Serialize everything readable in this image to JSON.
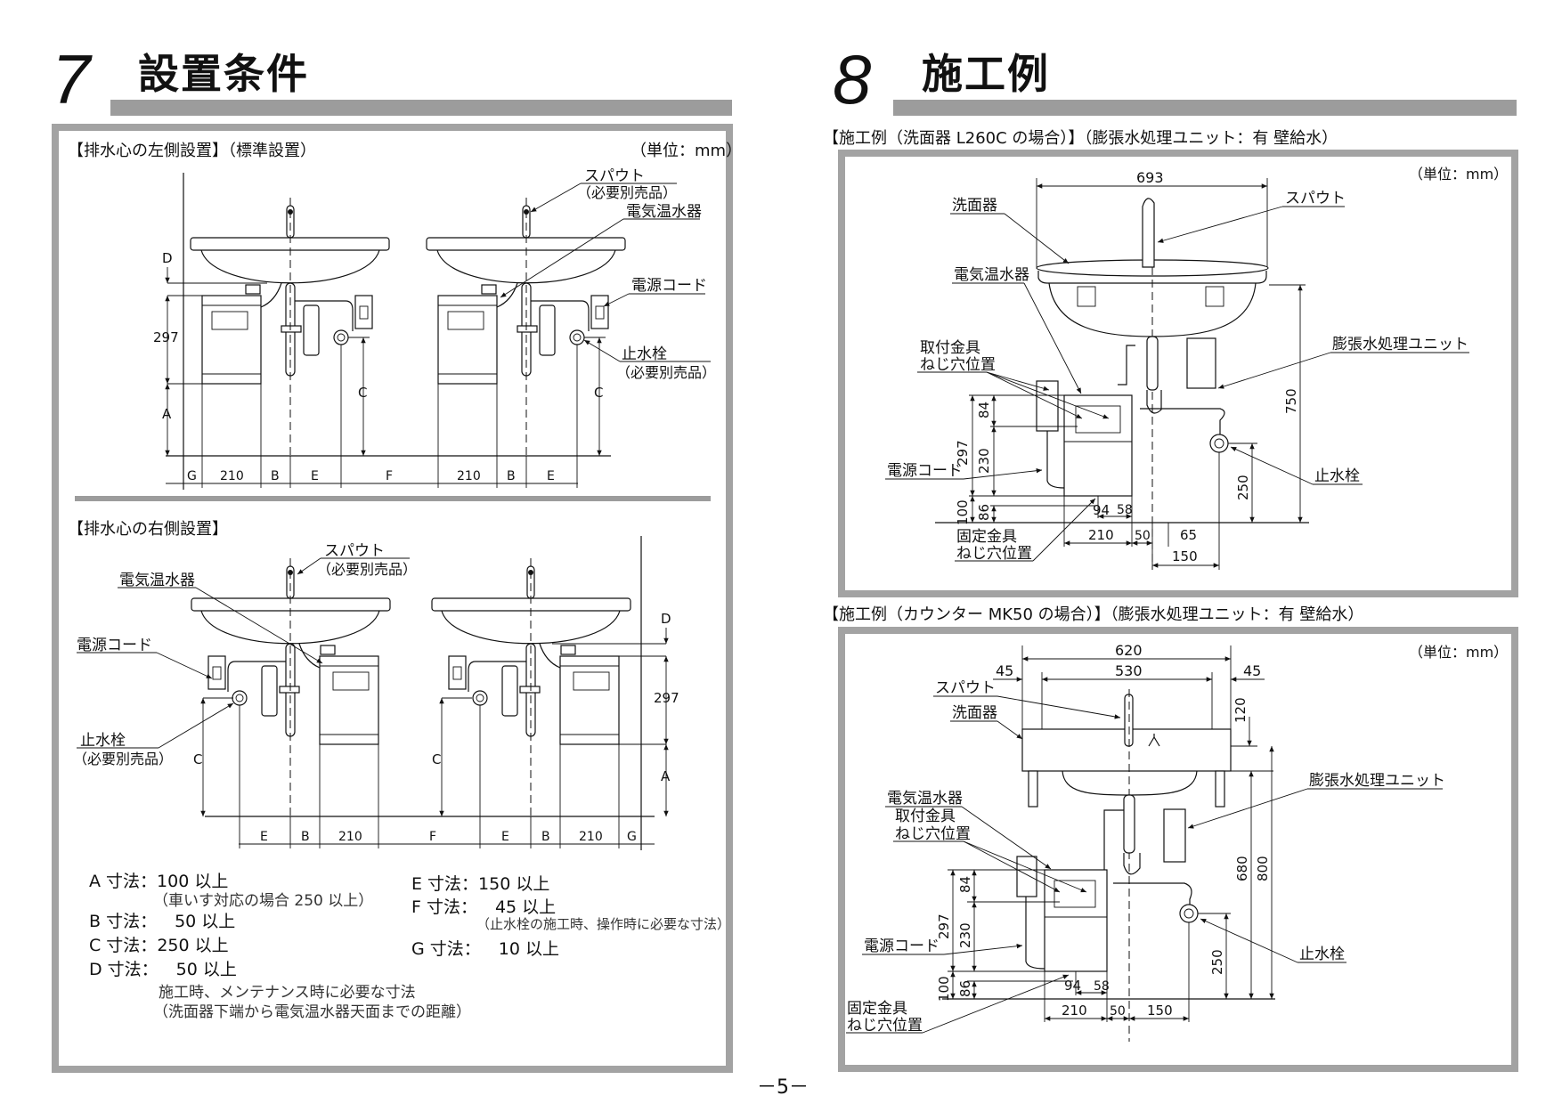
{
  "section7": {
    "number": "7",
    "title": "設置条件",
    "left_install": {
      "caption": "【排水心の左側設置】（標準設置）",
      "unit": "（単位：mm）",
      "labels": {
        "spout": "スパウト",
        "sold_separately": "（必要別売品）",
        "heater": "電気温水器",
        "cord": "電源コード",
        "valve": "止水栓"
      },
      "dims": {
        "D": "D",
        "h297": "297",
        "A": "A",
        "C": "C",
        "G": "G",
        "w210": "210",
        "B": "B",
        "E": "E",
        "F": "F"
      }
    },
    "right_install": {
      "caption": "【排水心の右側設置】",
      "labels": {
        "spout": "スパウト",
        "sold_separately": "（必要別売品）",
        "heater": "電気温水器",
        "cord": "電源コード",
        "valve": "止水栓"
      },
      "dims": {
        "D": "D",
        "h297": "297",
        "A": "A",
        "C": "C",
        "G": "G",
        "w210": "210",
        "B": "B",
        "E": "E",
        "F": "F"
      }
    },
    "notes": {
      "A": {
        "label": "A 寸法：",
        "value": "100 以上",
        "sub": "（車いす対応の場合 250 以上）"
      },
      "B": {
        "label": "B 寸法：",
        "value": "50 以上"
      },
      "C": {
        "label": "C 寸法：",
        "value": "250 以上"
      },
      "D": {
        "label": "D 寸法：",
        "value": "50 以上",
        "sub1": "施工時、メンテナンス時に必要な寸法",
        "sub2": "（洗面器下端から電気温水器天面までの距離）"
      },
      "E": {
        "label": "E 寸法：",
        "value": "150 以上"
      },
      "F": {
        "label": "F 寸法：",
        "value": "45 以上",
        "sub": "（止水栓の施工時、操作時に必要な寸法）"
      },
      "G": {
        "label": "G 寸法：",
        "value": "10 以上"
      }
    }
  },
  "section8": {
    "number": "8",
    "title": "施工例",
    "example1": {
      "caption": "【施工例（洗面器 L260C の場合）】（膨張水処理ユニット：有 壁給水）",
      "unit": "（単位：mm）",
      "labels": {
        "basin": "洗面器",
        "spout": "スパウト",
        "heater": "電気温水器",
        "mount1": "取付金具",
        "mount2": "ねじ穴位置",
        "expansion": "膨張水処理ユニット",
        "cord": "電源コード",
        "valve": "止水栓",
        "fix1": "固定金具",
        "fix2": "ねじ穴位置"
      },
      "dims": {
        "w693": "693",
        "h750": "750",
        "h250": "250",
        "h84": "84",
        "h297": "297",
        "h230": "230",
        "h100": "100",
        "h86": "86",
        "w94": "94",
        "w58": "58",
        "w210": "210",
        "w50": "50",
        "w65": "65",
        "w150": "150"
      }
    },
    "example2": {
      "caption": "【施工例（カウンター MK50 の場合）】（膨張水処理ユニット：有 壁給水）",
      "unit": "（単位：mm）",
      "labels": {
        "spout": "スパウト",
        "basin": "洗面器",
        "heater": "電気温水器",
        "mount1": "取付金具",
        "mount2": "ねじ穴位置",
        "expansion": "膨張水処理ユニット",
        "cord": "電源コード",
        "valve": "止水栓",
        "fix1": "固定金具",
        "fix2": "ねじ穴位置"
      },
      "dims": {
        "w620": "620",
        "w45l": "45",
        "w530": "530",
        "w45r": "45",
        "h120": "120",
        "h680": "680",
        "h800": "800",
        "h250": "250",
        "h84": "84",
        "h297": "297",
        "h230": "230",
        "h100": "100",
        "h86": "86",
        "w94": "94",
        "w58": "58",
        "w210": "210",
        "w50": "50",
        "w150": "150"
      }
    }
  },
  "page_number": "－5－"
}
